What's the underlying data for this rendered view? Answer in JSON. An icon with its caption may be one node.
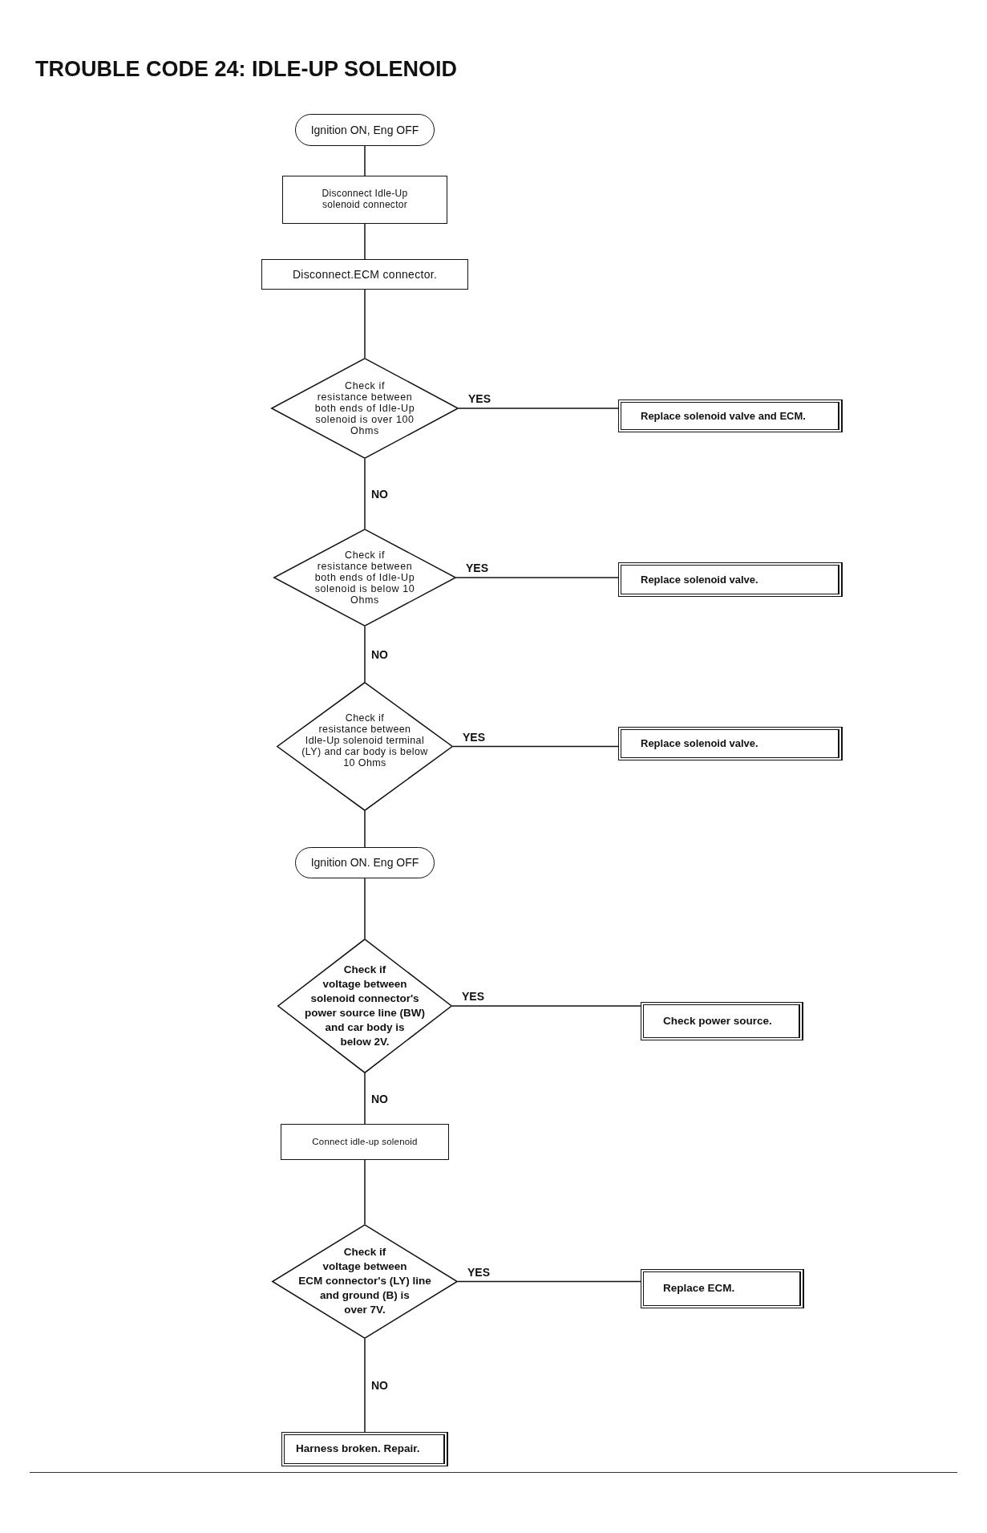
{
  "diagram": {
    "title": "TROUBLE CODE 24: IDLE-UP SOLENOID",
    "nodes": [
      {
        "text": [
          "Ignition ON, Eng OFF"
        ]
      },
      {
        "text": [
          "Disconnect Idle-Up solenoid connector"
        ]
      },
      {
        "text": [
          "Disconnect.ECM connector."
        ]
      },
      {
        "text": [
          "Check if resistance between both ends of Idle-Up solenoid is over 100 Ohms"
        ]
      },
      {
        "text": [
          "Replace solenoid valve and ECM."
        ]
      },
      {
        "text": [
          "Check if resistance between both ends of Idle-Up solenoid is below 10 Ohms"
        ]
      },
      {
        "text": [
          "Replace solenoid valve."
        ]
      },
      {
        "text": [
          "Check if resistance between Idle-Up solenoid terminal (LY) and car body is below 10 Ohms"
        ]
      },
      {
        "text": [
          "Replace solenoid valve."
        ]
      },
      {
        "text": [
          "Ignition ON. Eng OFF"
        ]
      },
      {
        "text": [
          "Check if voltage between solenoid connector's power source line (BW) and car body is below 2V."
        ]
      },
      {
        "text": [
          "Check power source."
        ]
      },
      {
        "text": [
          "Connect idle-up solenoid"
        ]
      },
      {
        "text": [
          "Check if voltage between ECM connector's (LY) line and ground (B) is over 7V."
        ]
      },
      {
        "text": [
          "Replace ECM."
        ]
      },
      {
        "text": [
          "Harness broken. Repair."
        ]
      }
    ],
    "edges": [
      {
        "from": 0,
        "to": 1,
        "arrow": "none"
      },
      {
        "from": 1,
        "to": 2,
        "arrow": "none"
      },
      {
        "from": 2,
        "to": 3,
        "arrow": "none"
      },
      {
        "from": 3,
        "to": 4,
        "arrow": "none",
        "label": "YES"
      },
      {
        "from": 3,
        "to": 5,
        "arrow": "none",
        "label": "NO"
      },
      {
        "from": 5,
        "to": 6,
        "arrow": "none",
        "label": "YES"
      },
      {
        "from": 5,
        "to": 7,
        "arrow": "none",
        "label": "NO"
      },
      {
        "from": 7,
        "to": 8,
        "arrow": "none",
        "label": "YES"
      },
      {
        "from": 7,
        "to": 9,
        "arrow": "none"
      },
      {
        "from": 9,
        "to": 10,
        "arrow": "none"
      },
      {
        "from": 10,
        "to": 11,
        "arrow": "none",
        "label": "YES"
      },
      {
        "from": 10,
        "to": 12,
        "arrow": "none",
        "label": "NO"
      },
      {
        "from": 12,
        "to": 13,
        "arrow": "none"
      },
      {
        "from": 13,
        "to": 14,
        "arrow": "none",
        "label": "YES"
      },
      {
        "from": 13,
        "to": 15,
        "arrow": "none",
        "label": "NO"
      }
    ]
  }
}
